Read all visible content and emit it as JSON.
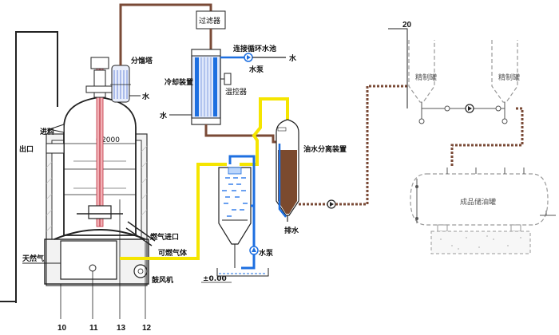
{
  "labels": {
    "filter": "过滤器",
    "column": "分馏塔",
    "circ_pool": "连接循环水池",
    "water_right": "水",
    "water_pump_top": "水泵",
    "water_left_column": "水",
    "cooler": "冷却装置",
    "water_cooler_in": "水",
    "temp_ctrl": "温控器",
    "reactor_dim": "Φ2000",
    "feed": "进料",
    "outlet": "出口",
    "gas_inlet": "燃气进口",
    "combustible_gas": "可燃气体",
    "natural_gas": "天然气",
    "blower": "鼓风机",
    "water_pump_bottom": "水泵",
    "ground_level": "±0.00",
    "oil_water_sep": "油水分离装置",
    "drain": "排水",
    "refine_tank_1": "精制罐",
    "refine_tank_2": "精制罐",
    "product_tank": "成品储油罐",
    "num_20": "20",
    "num_10": "10",
    "num_11": "11",
    "num_13": "13",
    "num_12": "12"
  },
  "colors": {
    "pipe_brown": "#7a4a36",
    "pipe_yellow": "#f5e500",
    "pipe_blue": "#1d6fe0",
    "oil_brown": "#7b4a2e",
    "gray_line": "#9a9a9a"
  }
}
